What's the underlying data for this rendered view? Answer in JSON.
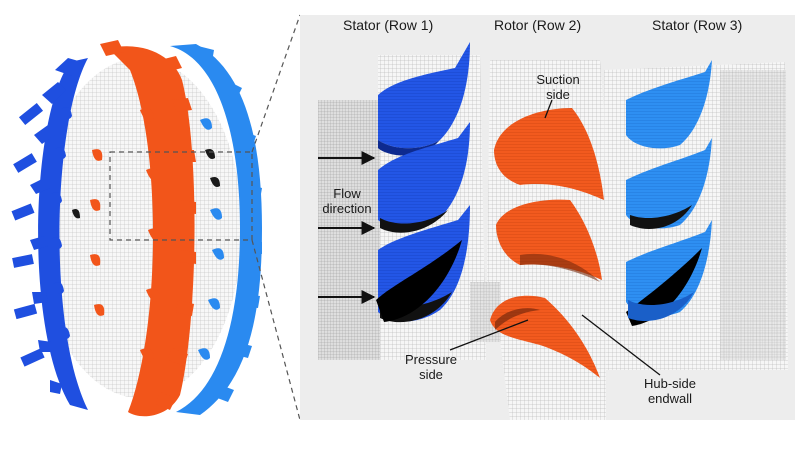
{
  "headers": {
    "stator1": "Stator (Row 1)",
    "rotor2": "Rotor (Row 2)",
    "stator3": "Stator (Row 3)"
  },
  "annotations": {
    "suction_line1": "Suction",
    "suction_line2": "side",
    "flow_line1": "Flow",
    "flow_line2": "direction",
    "pressure_line1": "Pressure",
    "pressure_line2": "side",
    "hub_line1": "Hub-side",
    "hub_line2": "endwall"
  },
  "colors": {
    "stator_row1": "#1f4fe0",
    "rotor_row2": "#f2551a",
    "stator_row3": "#2a8af0",
    "panel_bg": "#ececec",
    "mesh": "#9a9a9a"
  }
}
